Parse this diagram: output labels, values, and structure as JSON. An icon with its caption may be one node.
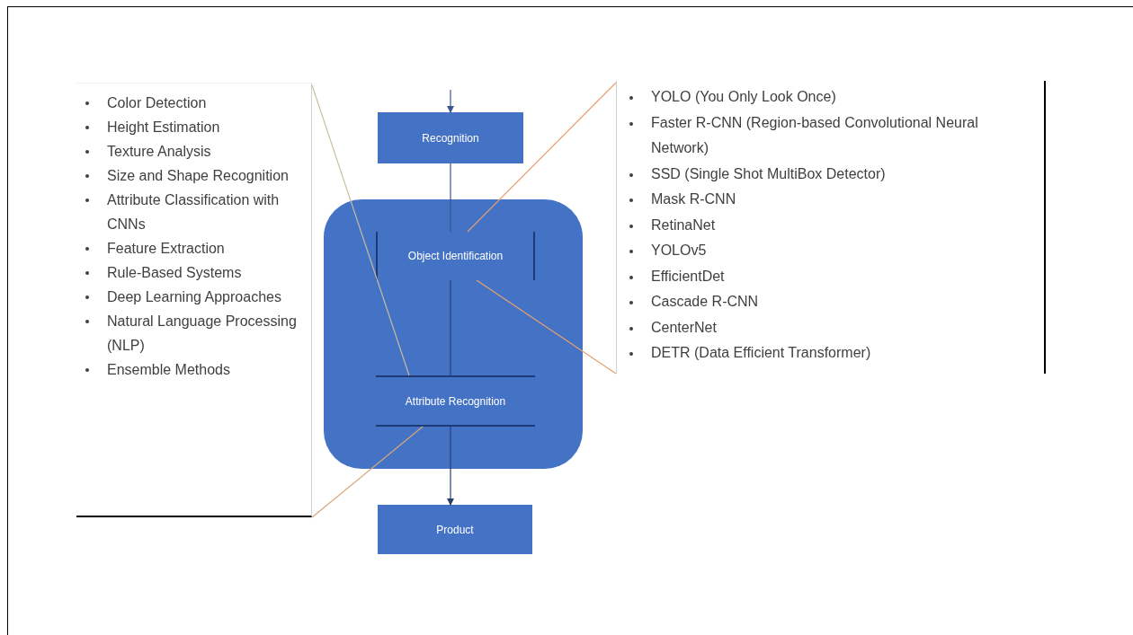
{
  "diagram": {
    "nodes": [
      {
        "text": [
          "Color Detection",
          "Height Estimation",
          "Texture Analysis",
          "Size and Shape Recognition",
          "Attribute Classification with CNNs",
          "Feature Extraction",
          "Rule-Based Systems",
          "Deep Learning Approaches",
          "Natural Language Processing (NLP)",
          "Ensemble Methods"
        ]
      },
      {
        "text": [
          "Recognition"
        ]
      },
      {
        "text": [],
        "shape": "box"
      },
      {
        "text": [
          "Object Identification"
        ],
        "in": 2
      },
      {
        "text": [
          "Attribute Recognition"
        ],
        "in": 2
      },
      {
        "text": [
          "Product"
        ]
      },
      {
        "text": [
          "YOLO (You Only Look Once)",
          "Faster R-CNN (Region-based Convolutional Neural Network)",
          "SSD (Single Shot MultiBox Detector)",
          "Mask R-CNN",
          "RetinaNet",
          "YOLOv5",
          "EfficientDet",
          "Cascade R-CNN",
          "CenterNet",
          "DETR (Data Efficient Transformer)"
        ]
      }
    ],
    "edges": [
      {
        "from": null,
        "to": 1,
        "arrow": "to",
        "color": "#3b5590"
      },
      {
        "from": 1,
        "to": 3,
        "arrow": "none",
        "color": "#3b5590"
      },
      {
        "from": 3,
        "to": 4,
        "arrow": "none",
        "color": "#2a3f70"
      },
      {
        "from": 4,
        "to": 5,
        "arrow": "to",
        "color": "#2a3f70"
      },
      {
        "from": 0,
        "to": 4,
        "arrow": "none",
        "color": "#c8bc9c"
      },
      {
        "from": 0,
        "to": 4,
        "arrow": "none",
        "color": "#d9a877"
      },
      {
        "from": 6,
        "to": 3,
        "arrow": "none",
        "color": "#e8a070"
      },
      {
        "from": 6,
        "to": 3,
        "arrow": "none",
        "color": "#e8a070"
      }
    ]
  }
}
